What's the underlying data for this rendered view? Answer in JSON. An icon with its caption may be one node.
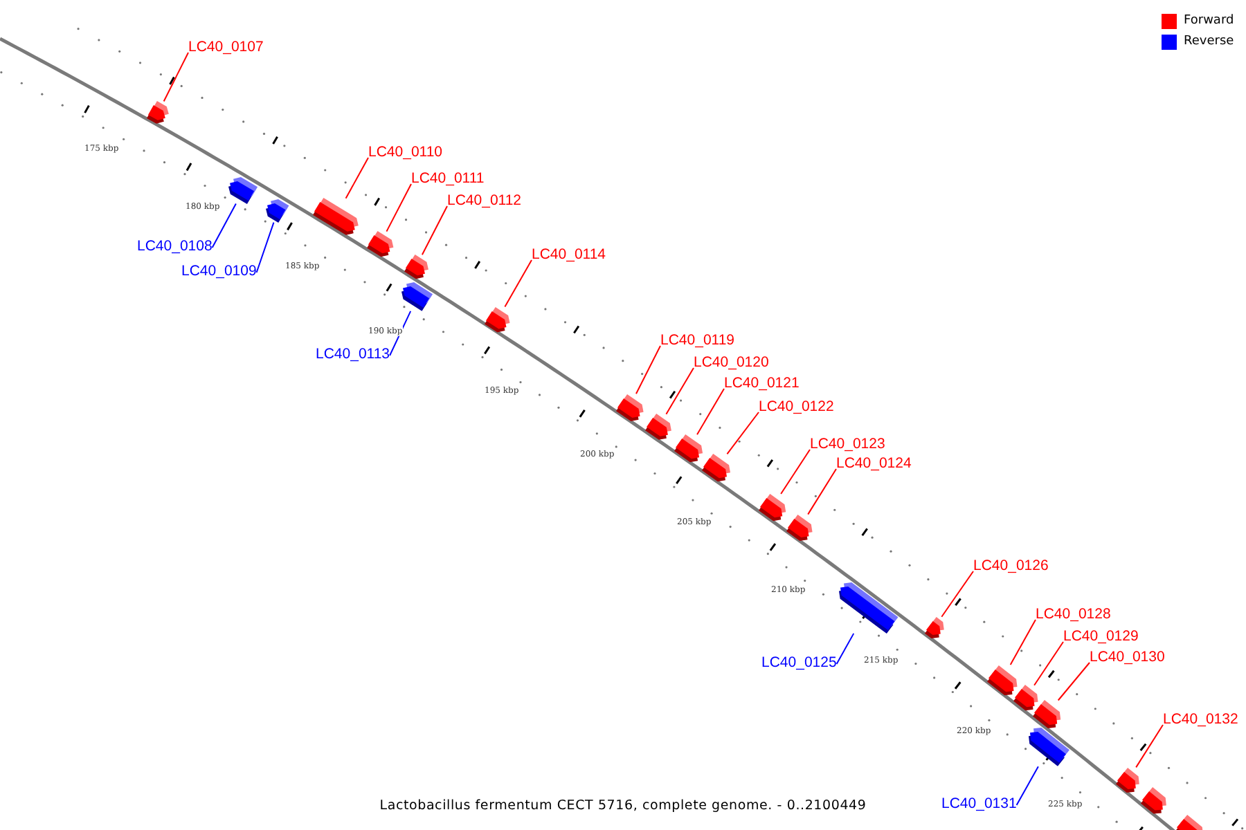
{
  "diagram": {
    "caption": "Lactobacillus fermentum CECT 5716, complete genome. - 0..2100449",
    "nodes": [
      {
        "text": [
          "LC40_0107"
        ]
      },
      {
        "text": [],
        "shape": "bar"
      },
      {
        "text": [
          "LC40_0108"
        ]
      },
      {
        "text": [],
        "shape": "bar"
      },
      {
        "text": [
          "LC40_0109"
        ]
      },
      {
        "text": [],
        "shape": "bar"
      },
      {
        "text": [
          "LC40_0110"
        ]
      },
      {
        "text": [],
        "shape": "bar"
      },
      {
        "text": [
          "LC40_0111"
        ]
      },
      {
        "text": [],
        "shape": "bar"
      },
      {
        "text": [
          "LC40_0112"
        ]
      },
      {
        "text": [],
        "shape": "bar"
      },
      {
        "text": [
          "LC40_0113"
        ]
      },
      {
        "text": [],
        "shape": "bar"
      },
      {
        "text": [
          "LC40_0114"
        ]
      },
      {
        "text": [],
        "shape": "bar"
      },
      {
        "text": [
          "LC40_0119"
        ]
      },
      {
        "text": [],
        "shape": "bar"
      },
      {
        "text": [
          "LC40_0120"
        ]
      },
      {
        "text": [],
        "shape": "bar"
      },
      {
        "text": [
          "LC40_0121"
        ]
      },
      {
        "text": [],
        "shape": "bar"
      },
      {
        "text": [
          "LC40_0122"
        ]
      },
      {
        "text": [],
        "shape": "bar"
      },
      {
        "text": [
          "LC40_0123"
        ]
      },
      {
        "text": [],
        "shape": "bar"
      },
      {
        "text": [
          "LC40_0124"
        ]
      },
      {
        "text": [],
        "shape": "bar"
      },
      {
        "text": [
          "LC40_0125"
        ]
      },
      {
        "text": [],
        "shape": "bar"
      },
      {
        "text": [
          "LC40_0126"
        ]
      },
      {
        "text": [],
        "shape": "bar"
      },
      {
        "text": [
          "LC40_0128"
        ]
      },
      {
        "text": [],
        "shape": "bar"
      },
      {
        "text": [
          "LC40_0129"
        ]
      },
      {
        "text": [],
        "shape": "bar"
      },
      {
        "text": [
          "LC40_0130"
        ]
      },
      {
        "text": [],
        "shape": "bar"
      },
      {
        "text": [
          "LC40_0131"
        ]
      },
      {
        "text": [],
        "shape": "bar"
      },
      {
        "text": [
          "LC40_0132"
        ]
      },
      {
        "text": [],
        "shape": "bar"
      },
      {
        "text": [],
        "shape": "bar"
      },
      {
        "text": [],
        "shape": "bar"
      }
    ],
    "edges": [
      {
        "from": 0,
        "to": 1,
        "arrow": "none"
      },
      {
        "from": 2,
        "to": 3,
        "arrow": "none",
        "color": "#0000ff"
      },
      {
        "from": 4,
        "to": 5,
        "arrow": "none",
        "color": "#0000ff"
      },
      {
        "from": 6,
        "to": 7,
        "arrow": "none"
      },
      {
        "from": 8,
        "to": 9,
        "arrow": "none"
      },
      {
        "from": 10,
        "to": 11,
        "arrow": "none"
      },
      {
        "from": 12,
        "to": 13,
        "arrow": "none",
        "color": "#0000ff"
      },
      {
        "from": 14,
        "to": 15,
        "arrow": "none"
      },
      {
        "from": 16,
        "to": 17,
        "arrow": "none"
      },
      {
        "from": 18,
        "to": 19,
        "arrow": "none"
      },
      {
        "from": 20,
        "to": 21,
        "arrow": "none"
      },
      {
        "from": 22,
        "to": 23,
        "arrow": "none"
      },
      {
        "from": 24,
        "to": 25,
        "arrow": "none"
      },
      {
        "from": 26,
        "to": 27,
        "arrow": "none"
      },
      {
        "from": 28,
        "to": 29,
        "arrow": "none",
        "color": "#0000ff"
      },
      {
        "from": 30,
        "to": 31,
        "arrow": "none"
      },
      {
        "from": 32,
        "to": 33,
        "arrow": "none"
      },
      {
        "from": 34,
        "to": 35,
        "arrow": "none"
      },
      {
        "from": 36,
        "to": 37,
        "arrow": "none"
      },
      {
        "from": 38,
        "to": 39,
        "arrow": "none",
        "color": "#0000ff"
      },
      {
        "from": 40,
        "to": 41,
        "arrow": "none"
      }
    ],
    "labels": [
      "175 kbp",
      "180 kbp",
      "185 kbp",
      "190 kbp",
      "195 kbp",
      "200 kbp",
      "205 kbp",
      "210 kbp",
      "215 kbp",
      "220 kbp",
      "225 kbp"
    ],
    "legend": [
      {
        "text": "Forward",
        "color": "#ff0000"
      },
      {
        "text": "Reverse",
        "color": "#0000ff"
      }
    ]
  }
}
